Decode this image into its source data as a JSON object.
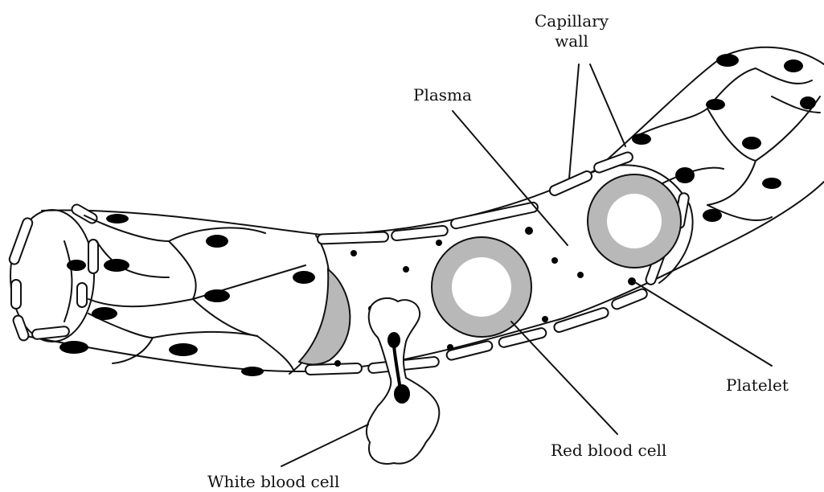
{
  "labels": {
    "capillary_wall_line1": "Capillary",
    "capillary_wall_line2": "wall",
    "plasma": "Plasma",
    "platelet": "Platelet",
    "red_blood_cell": "Red blood cell",
    "white_blood_cell": "White blood cell"
  },
  "colors": {
    "line": "#111111",
    "rbc_ring": "#b8b8b8",
    "nucleus": "#000000",
    "background": "#ffffff"
  }
}
